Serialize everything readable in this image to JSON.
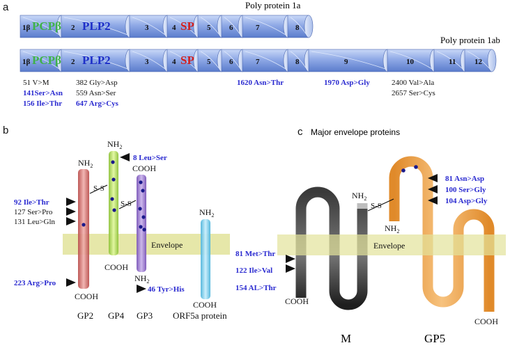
{
  "panels": {
    "a": "a",
    "b": "b",
    "c": "c"
  },
  "polyprotein": {
    "row1_title": "Poly protein 1a",
    "row2_title": "Poly protein 1ab",
    "segments": [
      {
        "label": "1β",
        "style": "num"
      },
      {
        "label": "PCPβ",
        "style": "green"
      },
      {
        "label": "2",
        "style": "num"
      },
      {
        "label": "PLP2",
        "style": "blue"
      },
      {
        "label": "3",
        "style": "num"
      },
      {
        "label": "4",
        "style": "num"
      },
      {
        "label": "SP",
        "style": "red"
      },
      {
        "label": "5",
        "style": "num"
      },
      {
        "label": "6",
        "style": "num"
      },
      {
        "label": "7",
        "style": "num"
      },
      {
        "label": "8",
        "style": "num"
      },
      {
        "label": "9",
        "style": "num"
      },
      {
        "label": "10",
        "style": "num"
      },
      {
        "label": "11",
        "style": "num"
      },
      {
        "label": "12",
        "style": "num"
      }
    ],
    "mutations": [
      {
        "text": "51 V>M",
        "bold": false
      },
      {
        "text": "141Ser>Asn",
        "bold": true
      },
      {
        "text": "156 Ile>Thr",
        "bold": true
      },
      {
        "text": "382 Gly>Asp",
        "bold": false
      },
      {
        "text": "559 Asn>Ser",
        "bold": false
      },
      {
        "text": "647 Arg>Cys",
        "bold": true
      },
      {
        "text": "1620 Asn>Thr",
        "bold": true
      },
      {
        "text": "1970 Asp>Gly",
        "bold": true
      },
      {
        "text": "2400 Val>Ala",
        "bold": false
      },
      {
        "text": "2657 Ser>Cys",
        "bold": false
      }
    ]
  },
  "minor": {
    "envelope": "Envelope",
    "nh2": "NH",
    "nh2_sub": "2",
    "cooh": "COOH",
    "ss": "S-S",
    "proteins": [
      "GP2",
      "GP4",
      "GP3",
      "ORF5a protein"
    ],
    "mutations": [
      {
        "text": "92   Ile>Thr",
        "bold": true
      },
      {
        "text": "127 Ser>Pro",
        "bold": false
      },
      {
        "text": "131 Leu>Gln",
        "bold": false
      },
      {
        "text": "223 Arg>Pro",
        "bold": true
      },
      {
        "text": "8 Leu>Ser",
        "bold": true
      },
      {
        "text": "46 Tyr>His",
        "bold": true
      }
    ]
  },
  "major": {
    "title": "Major envelope proteins",
    "envelope": "Envelope",
    "proteins": [
      "M",
      "GP5"
    ],
    "mutations": [
      {
        "text": "81 Met>Thr",
        "bold": true
      },
      {
        "text": "122 Ile>Val",
        "bold": true
      },
      {
        "text": "154 AL>Thr",
        "bold": true
      },
      {
        "text": "81 Asn>Asp",
        "bold": true
      },
      {
        "text": "100 Ser>Gly",
        "bold": true
      },
      {
        "text": "104 Asp>Gly",
        "bold": true
      }
    ]
  }
}
